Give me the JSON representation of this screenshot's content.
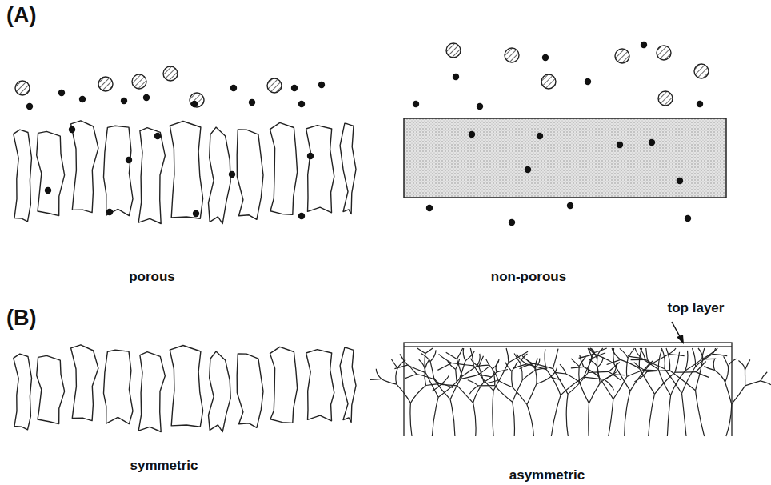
{
  "diagram": {
    "labels": [
      "(A)",
      "porous",
      "non-porous",
      "(B)",
      "symmetric",
      "asymmetric",
      "top layer"
    ]
  }
}
